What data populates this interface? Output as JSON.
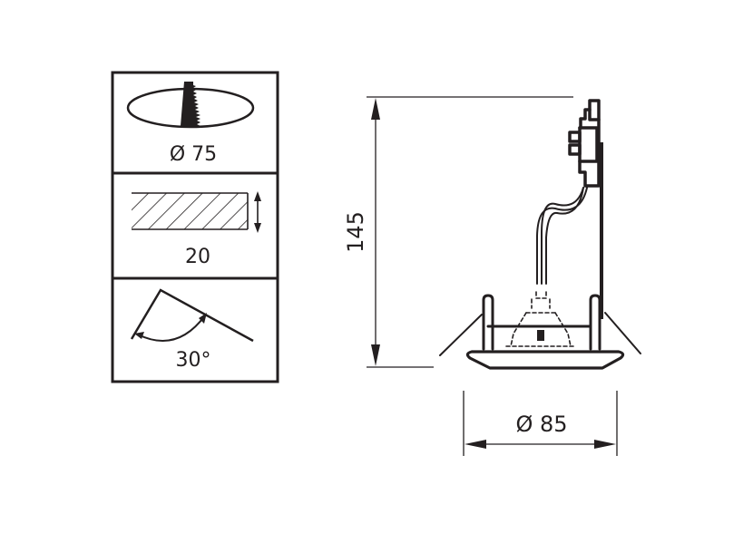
{
  "diagram": {
    "type": "technical-dimension-drawing",
    "subject": "recessed downlight (spot) with tilt",
    "line_color": "#231f20",
    "background": "#ffffff"
  },
  "spec_panel": {
    "cells": [
      {
        "id": "cutout",
        "icon": "saw-cutout-icon",
        "label": "Ø 75",
        "meaning": "ceiling cut-out diameter (mm)"
      },
      {
        "id": "ceiling-thickness",
        "icon": "hatched-ceiling-thickness-icon",
        "label": "20",
        "meaning": "max ceiling thickness (mm)"
      },
      {
        "id": "tilt",
        "icon": "tilt-angle-icon",
        "label": "30°",
        "meaning": "tilt angle"
      }
    ]
  },
  "dimensions": {
    "height": {
      "value": "145",
      "orientation": "vertical"
    },
    "diameter": {
      "value": "Ø 85",
      "orientation": "horizontal"
    }
  }
}
